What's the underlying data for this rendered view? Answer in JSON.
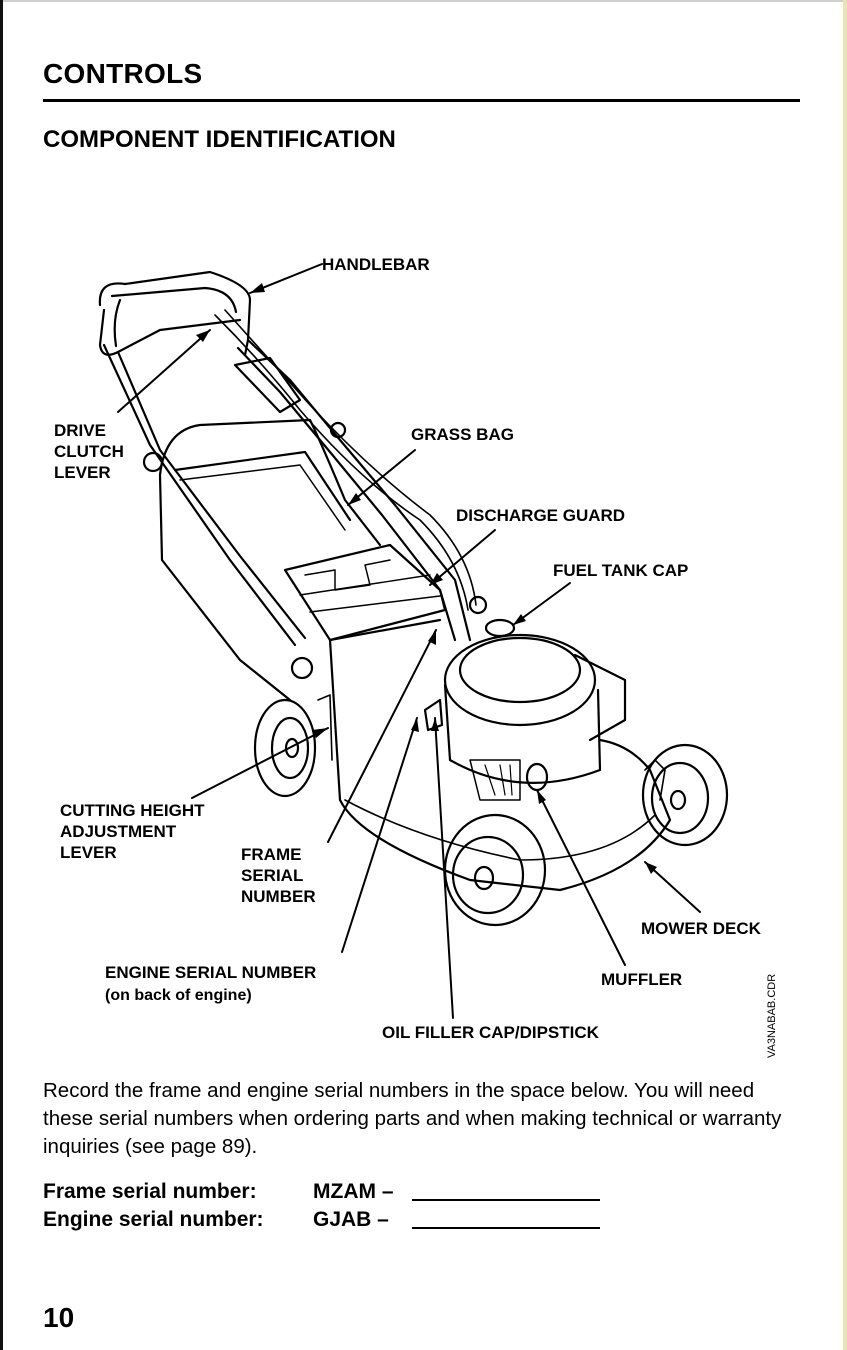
{
  "page": {
    "title": "CONTROLS",
    "subtitle": "COMPONENT IDENTIFICATION",
    "page_number": "10"
  },
  "diagram": {
    "labels": {
      "handlebar": "HANDLEBAR",
      "drive_clutch_lever": "DRIVE\nCLUTCH\nLEVER",
      "grass_bag": "GRASS BAG",
      "discharge_guard": "DISCHARGE GUARD",
      "fuel_tank_cap": "FUEL TANK CAP",
      "cutting_height_lever": "CUTTING HEIGHT\nADJUSTMENT\nLEVER",
      "frame_serial_number": "FRAME\nSERIAL\nNUMBER",
      "mower_deck": "MOWER DECK",
      "engine_serial_number": "ENGINE SERIAL NUMBER",
      "engine_serial_note": "(on back of engine)",
      "muffler": "MUFFLER",
      "oil_filler": "OIL FILLER CAP/DIPSTICK"
    },
    "file_code": "VA3NABAB.CDR"
  },
  "instructions": {
    "text": "Record the frame and engine serial numbers in the space below. You will need these serial numbers when ordering parts and when making technical or warranty inquiries (see page 89)."
  },
  "serials": {
    "frame_label": "Frame serial number:",
    "frame_prefix": "MZAM –",
    "engine_label": "Engine serial number:",
    "engine_prefix": "GJAB –"
  }
}
